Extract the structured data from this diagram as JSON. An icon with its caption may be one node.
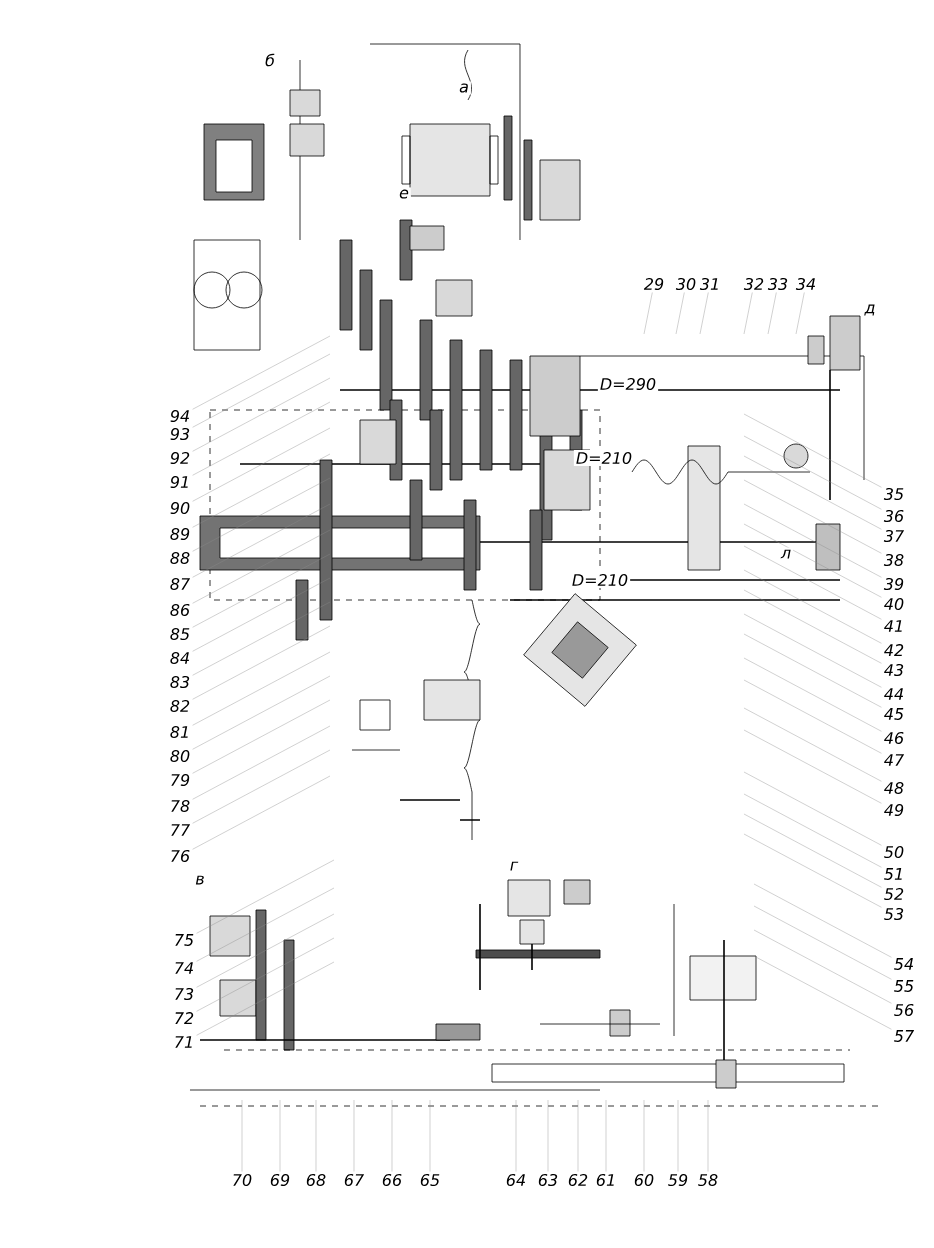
{
  "diagram": {
    "nodes": [
      {
        "text": [
          "94"
        ]
      },
      {
        "text": [
          "93"
        ]
      },
      {
        "text": [
          "92"
        ]
      },
      {
        "text": [
          "91"
        ]
      },
      {
        "text": [
          "90"
        ]
      },
      {
        "text": [
          "89"
        ]
      },
      {
        "text": [
          "88"
        ]
      },
      {
        "text": [
          "87"
        ]
      },
      {
        "text": [
          "29"
        ]
      },
      {
        "text": [
          "30"
        ]
      },
      {
        "text": [
          "31"
        ]
      },
      {
        "text": [
          "32"
        ]
      },
      {
        "text": [
          "33"
        ]
      },
      {
        "text": [
          "34"
        ]
      },
      {
        "text": [
          "86"
        ]
      },
      {
        "text": [
          "85"
        ]
      },
      {
        "text": [
          "84"
        ]
      },
      {
        "text": [
          "83"
        ]
      },
      {
        "text": [
          "82"
        ]
      },
      {
        "text": [
          "81"
        ]
      },
      {
        "text": [
          "80"
        ]
      },
      {
        "text": [
          "79"
        ]
      },
      {
        "text": [
          "78"
        ]
      },
      {
        "text": [
          "77"
        ]
      },
      {
        "text": [
          "76"
        ]
      },
      {
        "text": [
          "35"
        ]
      },
      {
        "text": [
          "36"
        ]
      },
      {
        "text": [
          "37"
        ]
      },
      {
        "text": [
          "38"
        ]
      },
      {
        "text": [
          "39"
        ]
      },
      {
        "text": [
          "40"
        ]
      },
      {
        "text": [
          "41"
        ]
      },
      {
        "text": [
          "42"
        ]
      },
      {
        "text": [
          "43"
        ]
      },
      {
        "text": [
          "44"
        ]
      },
      {
        "text": [
          "45"
        ]
      },
      {
        "text": [
          "46"
        ]
      },
      {
        "text": [
          "47"
        ]
      },
      {
        "text": [
          "48"
        ]
      },
      {
        "text": [
          "49"
        ]
      },
      {
        "text": [
          "50"
        ]
      },
      {
        "text": [
          "51"
        ]
      },
      {
        "text": [
          "52"
        ]
      },
      {
        "text": [
          "53"
        ]
      },
      {
        "text": [
          "75"
        ]
      },
      {
        "text": [
          "74"
        ]
      },
      {
        "text": [
          "73"
        ]
      },
      {
        "text": [
          "72"
        ]
      },
      {
        "text": [
          "71"
        ]
      },
      {
        "text": [
          "54"
        ]
      },
      {
        "text": [
          "55"
        ]
      },
      {
        "text": [
          "56"
        ]
      },
      {
        "text": [
          "57"
        ]
      },
      {
        "text": [
          "70"
        ]
      },
      {
        "text": [
          "69"
        ]
      },
      {
        "text": [
          "68"
        ]
      },
      {
        "text": [
          "67"
        ]
      },
      {
        "text": [
          "66"
        ]
      },
      {
        "text": [
          "65"
        ]
      },
      {
        "text": [
          "64"
        ]
      },
      {
        "text": [
          "63"
        ]
      },
      {
        "text": [
          "62"
        ]
      },
      {
        "text": [
          "61"
        ]
      },
      {
        "text": [
          "60"
        ]
      },
      {
        "text": [
          "59"
        ]
      },
      {
        "text": [
          "58"
        ]
      }
    ],
    "edges": [
      {
        "from": 0,
        "to": null,
        "arrow": "none"
      },
      {
        "from": 1,
        "to": null,
        "arrow": "none"
      },
      {
        "from": 2,
        "to": null,
        "arrow": "none"
      },
      {
        "from": 3,
        "to": null,
        "arrow": "none"
      },
      {
        "from": 4,
        "to": null,
        "arrow": "none"
      },
      {
        "from": 5,
        "to": null,
        "arrow": "none"
      },
      {
        "from": 6,
        "to": null,
        "arrow": "none"
      },
      {
        "from": 7,
        "to": null,
        "arrow": "none"
      },
      {
        "from": 8,
        "to": null,
        "arrow": "none"
      },
      {
        "from": 9,
        "to": null,
        "arrow": "none"
      },
      {
        "from": 10,
        "to": null,
        "arrow": "none"
      },
      {
        "from": 11,
        "to": null,
        "arrow": "none"
      },
      {
        "from": 12,
        "to": null,
        "arrow": "none"
      },
      {
        "from": 13,
        "to": null,
        "arrow": "none"
      },
      {
        "from": 14,
        "to": null,
        "arrow": "none"
      },
      {
        "from": 15,
        "to": null,
        "arrow": "none"
      },
      {
        "from": 16,
        "to": null,
        "arrow": "none"
      },
      {
        "from": 17,
        "to": null,
        "arrow": "none"
      },
      {
        "from": 18,
        "to": null,
        "arrow": "none"
      },
      {
        "from": 19,
        "to": null,
        "arrow": "none"
      },
      {
        "from": 20,
        "to": null,
        "arrow": "none"
      },
      {
        "from": 21,
        "to": null,
        "arrow": "none"
      },
      {
        "from": 22,
        "to": null,
        "arrow": "none"
      },
      {
        "from": 23,
        "to": null,
        "arrow": "none"
      },
      {
        "from": 24,
        "to": null,
        "arrow": "none"
      },
      {
        "from": 25,
        "to": null,
        "arrow": "none"
      },
      {
        "from": 26,
        "to": null,
        "arrow": "none"
      },
      {
        "from": 27,
        "to": null,
        "arrow": "none"
      },
      {
        "from": 28,
        "to": null,
        "arrow": "none"
      },
      {
        "from": 29,
        "to": null,
        "arrow": "none"
      },
      {
        "from": 30,
        "to": null,
        "arrow": "none"
      },
      {
        "from": 31,
        "to": null,
        "arrow": "none"
      },
      {
        "from": 32,
        "to": null,
        "arrow": "none"
      },
      {
        "from": 33,
        "to": null,
        "arrow": "none"
      },
      {
        "from": 34,
        "to": null,
        "arrow": "none"
      },
      {
        "from": 35,
        "to": null,
        "arrow": "none"
      },
      {
        "from": 36,
        "to": null,
        "arrow": "none"
      },
      {
        "from": 37,
        "to": null,
        "arrow": "none"
      },
      {
        "from": 38,
        "to": null,
        "arrow": "none"
      },
      {
        "from": 39,
        "to": null,
        "arrow": "none"
      },
      {
        "from": 40,
        "to": null,
        "arrow": "none"
      },
      {
        "from": 41,
        "to": null,
        "arrow": "none"
      },
      {
        "from": 42,
        "to": null,
        "arrow": "none"
      },
      {
        "from": 43,
        "to": null,
        "arrow": "none"
      },
      {
        "from": 44,
        "to": null,
        "arrow": "none"
      },
      {
        "from": 45,
        "to": null,
        "arrow": "none"
      },
      {
        "from": 46,
        "to": null,
        "arrow": "none"
      },
      {
        "from": 47,
        "to": null,
        "arrow": "none"
      },
      {
        "from": 48,
        "to": null,
        "arrow": "none"
      },
      {
        "from": 49,
        "to": null,
        "arrow": "none"
      },
      {
        "from": 50,
        "to": null,
        "arrow": "none"
      },
      {
        "from": 51,
        "to": null,
        "arrow": "none"
      },
      {
        "from": 52,
        "to": null,
        "arrow": "none"
      },
      {
        "from": 53,
        "to": null,
        "arrow": "none"
      },
      {
        "from": 54,
        "to": null,
        "arrow": "none"
      },
      {
        "from": 55,
        "to": null,
        "arrow": "none"
      },
      {
        "from": 56,
        "to": null,
        "arrow": "none"
      },
      {
        "from": 57,
        "to": null,
        "arrow": "none"
      },
      {
        "from": 58,
        "to": null,
        "arrow": "none"
      },
      {
        "from": 59,
        "to": null,
        "arrow": "none"
      },
      {
        "from": 60,
        "to": null,
        "arrow": "none"
      },
      {
        "from": 61,
        "to": null,
        "arrow": "none"
      },
      {
        "from": 62,
        "to": null,
        "arrow": "none"
      },
      {
        "from": 63,
        "to": null,
        "arrow": "none"
      },
      {
        "from": 64,
        "to": null,
        "arrow": "none"
      },
      {
        "from": 65,
        "to": null,
        "arrow": "none"
      }
    ],
    "labels": [
      "б",
      "а",
      "е",
      "д",
      "D=290",
      "D=210",
      "л",
      "D=210",
      "в",
      "г"
    ]
  }
}
